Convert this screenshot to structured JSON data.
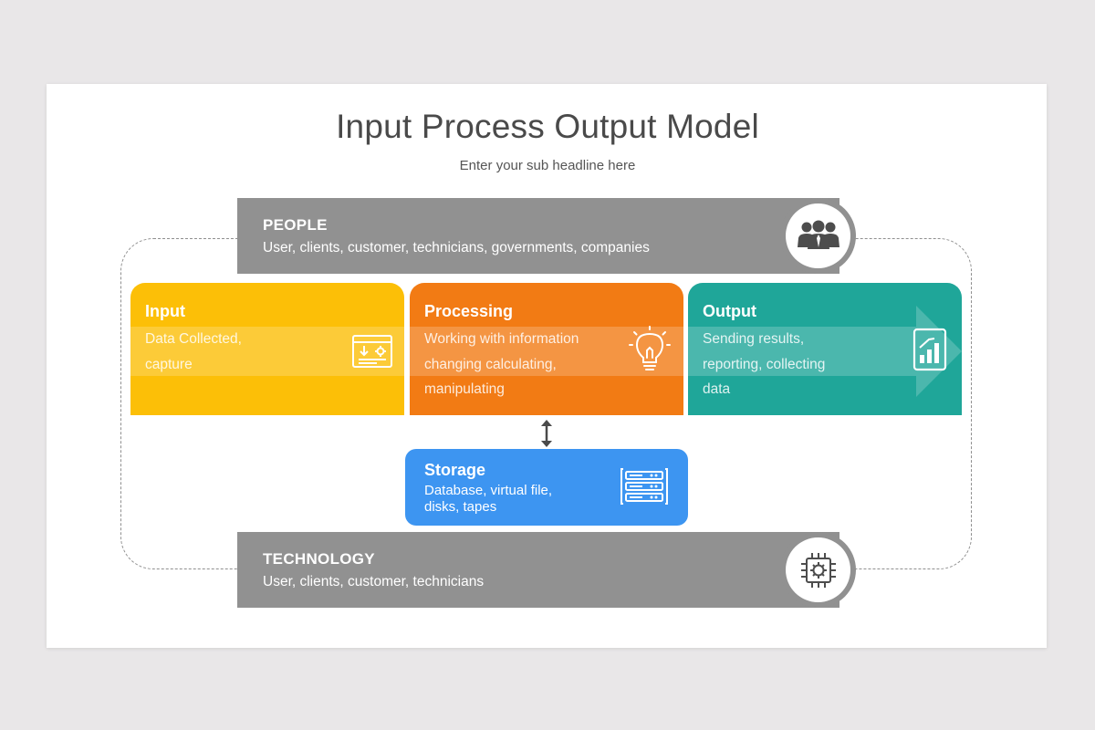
{
  "title": "Input Process Output Model",
  "subtitle": "Enter your sub headline here",
  "people": {
    "title": "PEOPLE",
    "description": "User, clients, customer, technicians, governments, companies",
    "icon": "people-group-icon"
  },
  "technology": {
    "title": "TECHNOLOGY",
    "description": "User, clients, customer, technicians",
    "icon": "cpu-chip-icon"
  },
  "boxes": [
    {
      "title": "Input",
      "lines": [
        "Data Collected,",
        "capture"
      ],
      "icon": "form-settings-icon",
      "color": "#fcbf07"
    },
    {
      "title": "Processing",
      "lines": [
        "Working with information",
        "changing calculating,",
        "manipulating"
      ],
      "icon": "lightbulb-icon",
      "color": "#f27b14"
    },
    {
      "title": "Output",
      "lines": [
        "Sending results,",
        "reporting, collecting",
        "data"
      ],
      "icon": "bar-chart-icon",
      "color": "#1fa699"
    }
  ],
  "storage": {
    "title": "Storage",
    "lines": [
      "Database, virtual file,",
      "disks, tapes"
    ],
    "icon": "server-rack-icon",
    "color": "#3d95f1"
  },
  "colors": {
    "band": "#919191",
    "background": "#e9e7e8",
    "title_text": "#4a4a4a"
  }
}
